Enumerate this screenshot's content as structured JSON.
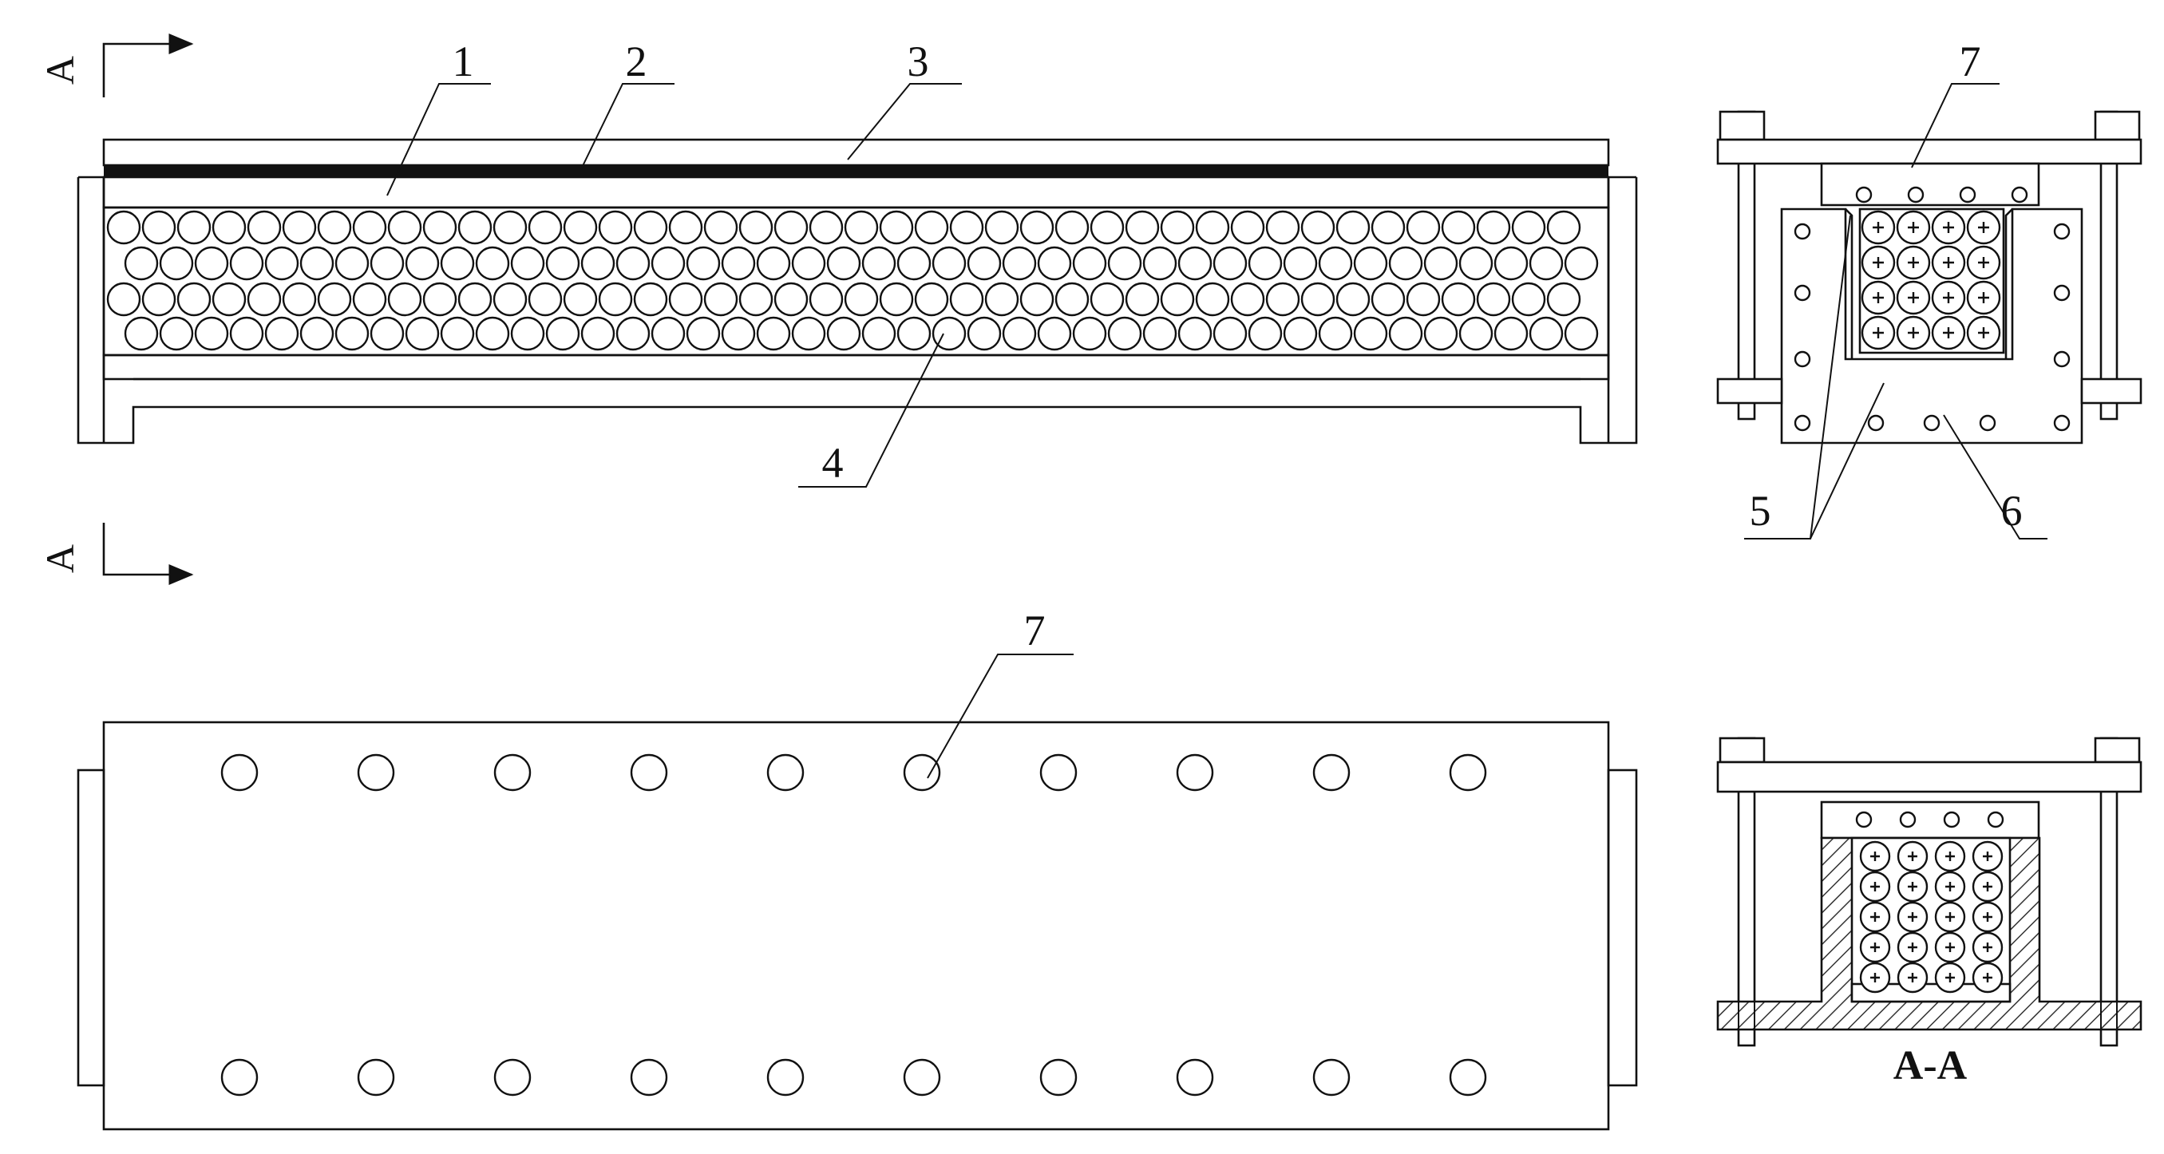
{
  "section_marks": {
    "top": "A",
    "bottom": "A"
  },
  "front_view": {
    "labels": [
      "1",
      "2",
      "3",
      "4"
    ]
  },
  "plan_view": {
    "label": "7"
  },
  "side_view": {
    "labels": [
      "7",
      "5",
      "6"
    ]
  },
  "section_view": {
    "caption": "A-A"
  }
}
